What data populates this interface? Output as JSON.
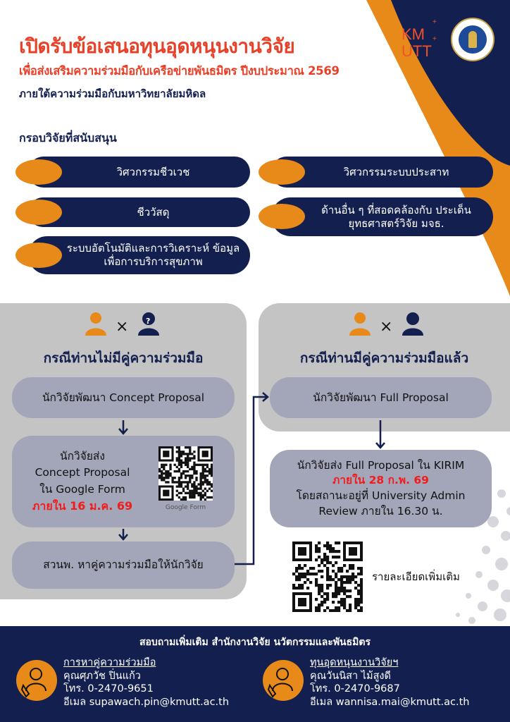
{
  "header": {
    "title": "เปิดรับข้อเสนอทุนอุดหนุนงานวิจัย",
    "subtitle": "เพื่อส่งเสริมความร่วมมือกับเครือข่ายพันธมิตร ปีงบประมาณ 2569",
    "partner_line": "ภายใต้ความร่วมมือกับมหาวิทยาลัยมหิดล",
    "logos": {
      "kmutt": "KMUTT",
      "mahidol": "มหาวิทยาลัยมหิดล"
    }
  },
  "framework": {
    "heading": "กรอบวิจัยที่สนับสนุน",
    "items": [
      {
        "label": "วิศวกรรมชีวเวช"
      },
      {
        "label": "ชีววัสดุ"
      },
      {
        "label": "ระบบอัตโนมัติและการวิเคราะห์ ข้อมูลเพื่อการบริการสุขภาพ"
      },
      {
        "label": "วิศวกรรมระบบประสาท"
      },
      {
        "label": "ด้านอื่น ๆ ที่สอดคล้องกับ ประเด็นยุทธศาสตร์วิจัย มจธ."
      }
    ]
  },
  "no_partner": {
    "title": "กรณีท่านไม่มีคู่ความร่วมมือ",
    "step1": "นักวิจัยพัฒนา Concept Proposal",
    "step2_lines": [
      "นักวิจัยส่ง",
      "Concept Proposal",
      "ใน Google Form"
    ],
    "step2_deadline": "ภายใน 16 ม.ค. 69",
    "qr_label": "Google Form",
    "step3": "สวนพ. หาคู่ความร่วมมือให้นักวิจัย"
  },
  "with_partner": {
    "title": "กรณีท่านมีคู่ความร่วมมือแล้ว",
    "step1": "นักวิจัยพัฒนา Full Proposal",
    "step2_line1": "นักวิจัยส่ง Full Proposal ใน KIRIM",
    "step2_deadline": "ภายใน 28 ก.พ. 69",
    "step2_line3": "โดยสถานะอยู่ที่ University Admin",
    "step2_line4": "Review ภายใน 16.30 น."
  },
  "more_info": {
    "label": "รายละเอียดเพิ่มเติม"
  },
  "footer": {
    "heading": "สอบถามเพิ่มเติม สำนักงานวิจัย นวัตกรรมและพันธมิตร",
    "contacts": [
      {
        "topic": "การหาคู่ความร่วมมือ",
        "name": "คุณศุภวัช ปิ่นแก้ว",
        "phone": "โทร. 0-2470-9651",
        "email": "อีเมล supawach.pin@kmutt.ac.th"
      },
      {
        "topic": "ทุนอุดหนุนงานวิจัยฯ",
        "name": "คุณวันนิสา ไม้สูงดี",
        "phone": "โทร. 0-2470-9687",
        "email": "อีเมล wannisa.mai@kmutt.ac.th"
      }
    ]
  },
  "colors": {
    "navy": "#13204f",
    "orange": "#e88a1a",
    "red": "#e8412a",
    "panel": "#c4c4c4",
    "box": "#a3a6b8"
  }
}
